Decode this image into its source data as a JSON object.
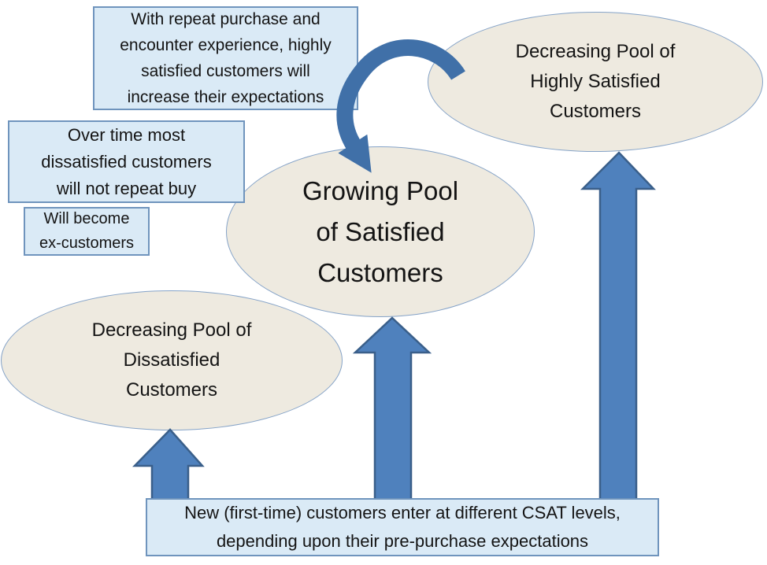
{
  "diagram": {
    "title": "Customer satisfaction pools flow diagram",
    "colors": {
      "background": "#ffffff",
      "ellipse_fill": "#eeeae0",
      "ellipse_border": "#85a3c8",
      "box_fill": "#daeaf6",
      "box_border": "#6f94bd",
      "arrow_fill": "#4f81bd",
      "arrow_border": "#3a5f8a",
      "curved_arrow": "#4070a8",
      "text": "#141414"
    },
    "ellipses": {
      "highly_satisfied": {
        "text": "Decreasing Pool of\nHighly Satisfied\nCustomers"
      },
      "satisfied": {
        "text": "Growing Pool\nof Satisfied\nCustomers"
      },
      "dissatisfied": {
        "text": "Decreasing Pool of\nDissatisfied\nCustomers"
      }
    },
    "callouts": {
      "expectations": {
        "text": "With repeat purchase and\nencounter experience, highly\nsatisfied customers will\nincrease their expectations"
      },
      "no_repeat_buy": {
        "text": "Over time most\ndissatisfied customers\nwill not repeat buy"
      },
      "ex_customers": {
        "text": "Will become\nex-customers"
      },
      "new_customers": {
        "text": "New (first-time) customers enter at different CSAT levels,\ndepending upon their pre-purchase expectations"
      }
    },
    "arrows": [
      {
        "icon": "curved-arrow-icon"
      },
      {
        "icon": "up-arrow-left-icon"
      },
      {
        "icon": "up-arrow-center-icon"
      },
      {
        "icon": "up-arrow-right-icon"
      }
    ]
  }
}
